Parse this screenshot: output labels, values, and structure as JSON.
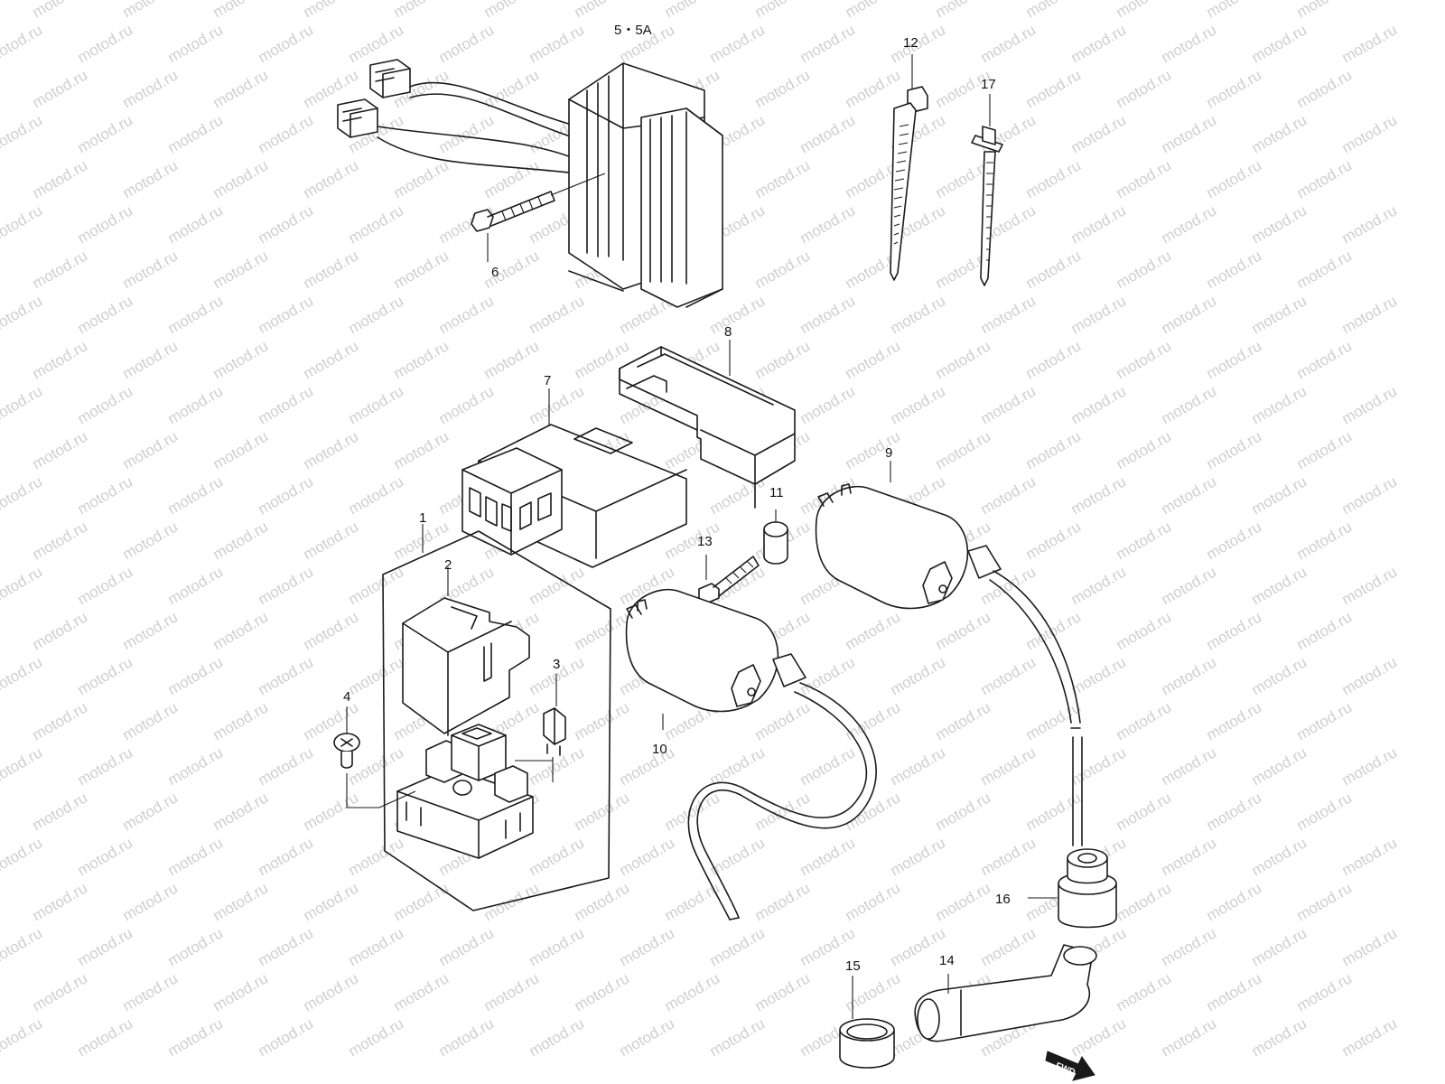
{
  "watermark": "motod.ru",
  "fwd_label": "FWD",
  "callouts": {
    "c1": "1",
    "c2": "2",
    "c3": "3",
    "c4": "4",
    "c5": "5・5A",
    "c6": "6",
    "c7": "7",
    "c8": "8",
    "c9": "9",
    "c10": "10",
    "c11": "11",
    "c12": "12",
    "c13": "13",
    "c14": "14",
    "c15": "15",
    "c16": "16",
    "c17": "17"
  },
  "parts": [
    {
      "ref": "1",
      "icon": "fuse-box-assembly-icon"
    },
    {
      "ref": "2",
      "icon": "fuse-box-cover-icon"
    },
    {
      "ref": "3",
      "icon": "blade-fuse-icon"
    },
    {
      "ref": "4",
      "icon": "screw-icon"
    },
    {
      "ref": "5・5A",
      "icon": "regulator-rectifier-icon"
    },
    {
      "ref": "6",
      "icon": "bolt-icon"
    },
    {
      "ref": "7",
      "icon": "ignitor-unit-icon"
    },
    {
      "ref": "8",
      "icon": "ignitor-cover-icon"
    },
    {
      "ref": "9",
      "icon": "ignition-coil-icon"
    },
    {
      "ref": "10",
      "icon": "ignition-coil-icon"
    },
    {
      "ref": "11",
      "icon": "spacer-icon"
    },
    {
      "ref": "12",
      "icon": "cable-tie-icon"
    },
    {
      "ref": "13",
      "icon": "bolt-icon"
    },
    {
      "ref": "14",
      "icon": "plug-cap-icon"
    },
    {
      "ref": "15",
      "icon": "seal-ring-icon"
    },
    {
      "ref": "16",
      "icon": "rubber-cap-icon"
    },
    {
      "ref": "17",
      "icon": "cable-clamp-icon"
    }
  ]
}
